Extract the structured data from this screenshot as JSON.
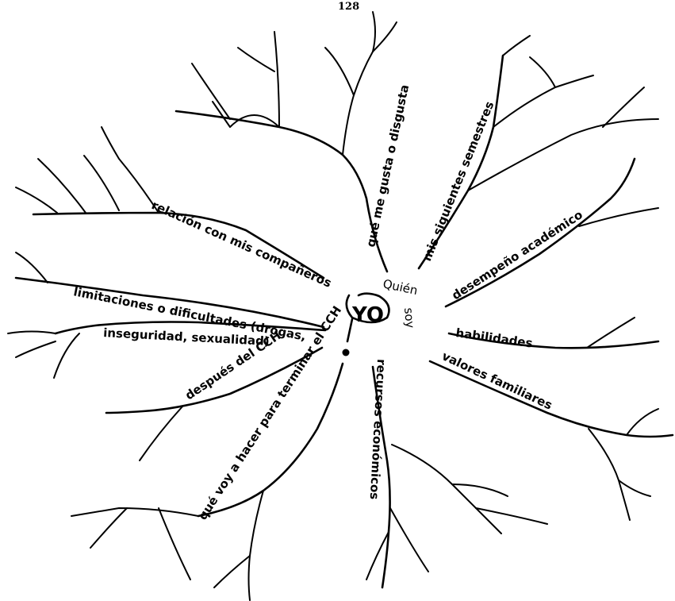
{
  "page_number": "128",
  "center": {
    "word": "YO",
    "question_top": "Quién",
    "question_side": "soy"
  },
  "branches": [
    {
      "label": "qué me gusta o disgusta"
    },
    {
      "label": "mis siguientes semestres"
    },
    {
      "label": "desempeño académico"
    },
    {
      "label": "habilidades"
    },
    {
      "label": "valores familiares"
    },
    {
      "label": "recursos económicos"
    },
    {
      "label": "qué voy a hacer para terminar el CCH"
    },
    {
      "label": "después del CCH"
    },
    {
      "label": "limitaciones o dificultades (drogas,"
    },
    {
      "label": "inseguridad, sexualidad)"
    },
    {
      "label": "relación con mis compañeros"
    }
  ]
}
